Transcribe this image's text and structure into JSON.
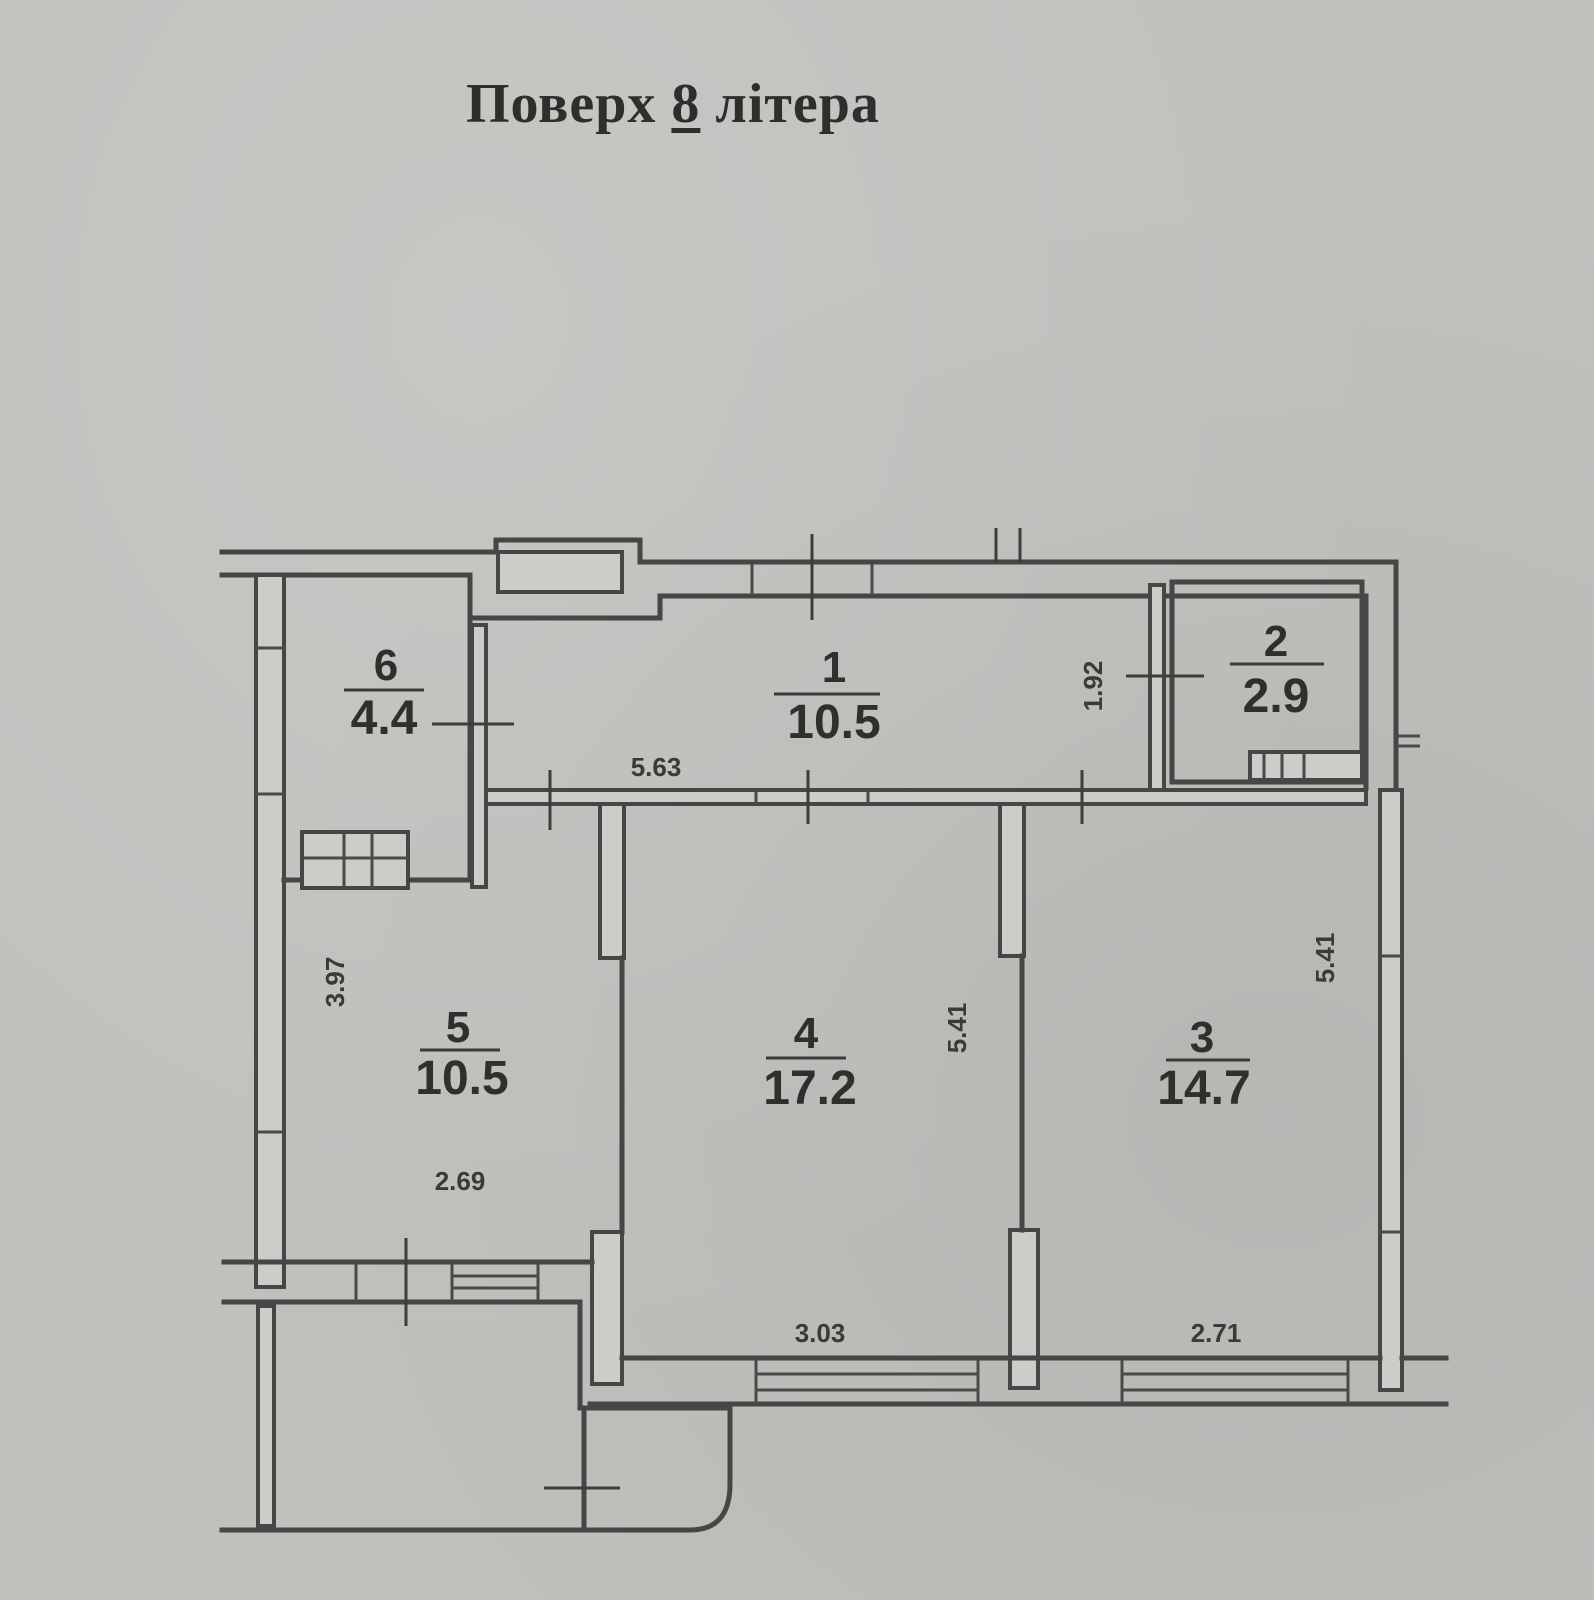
{
  "title": {
    "prefix": "Поверх",
    "floor": "8",
    "suffix": "літера"
  },
  "rooms": [
    {
      "number": "1",
      "area": "10.5"
    },
    {
      "number": "2",
      "area": "2.9"
    },
    {
      "number": "3",
      "area": "14.7"
    },
    {
      "number": "4",
      "area": "17.2"
    },
    {
      "number": "5",
      "area": "10.5"
    },
    {
      "number": "6",
      "area": "4.4"
    }
  ],
  "dimensions": {
    "corridor_length": "5.63",
    "corridor_width": "1.92",
    "room3_length": "5.41",
    "room4_length": "5.41",
    "room5_length": "3.97",
    "room5_width": "2.69",
    "room4_width": "3.03",
    "room3_width": "2.71"
  },
  "colors": {
    "paper": "#bfc1bd",
    "ink": "#454645"
  }
}
